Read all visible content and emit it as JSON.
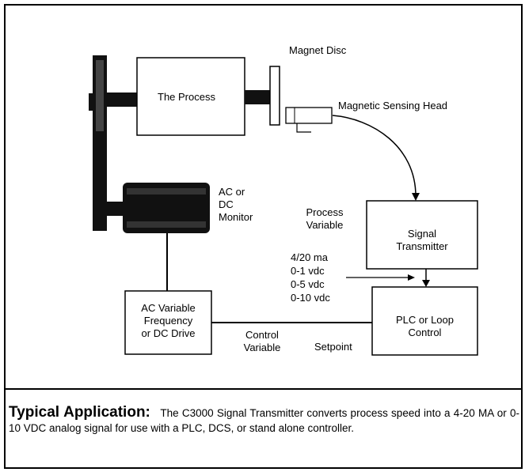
{
  "diagram": {
    "process_label": "The Process",
    "magnet_disc_label": "Magnet Disc",
    "sensing_head_label": "Magnetic Sensing Head",
    "motor_label_lines": [
      "AC or",
      "DC",
      "Monitor"
    ],
    "process_variable_lines": [
      "Process",
      "Variable"
    ],
    "signal_transmitter_lines": [
      "Signal",
      "Transmitter"
    ],
    "signal_options": [
      "4/20 ma",
      "0-1 vdc",
      "0-5 vdc",
      "0-10 vdc"
    ],
    "drive_lines": [
      "AC Variable",
      "Frequency",
      "or DC Drive"
    ],
    "control_variable_lines": [
      "Control",
      "Variable"
    ],
    "setpoint_label": "Setpoint",
    "plc_lines": [
      "PLC or Loop",
      "Control"
    ]
  },
  "caption": {
    "heading": "Typical Application:",
    "text": "The C3000 Signal Transmitter converts process speed into a 4-20 MA or 0-10 VDC analog signal for use with a PLC, DCS, or stand alone controller."
  }
}
